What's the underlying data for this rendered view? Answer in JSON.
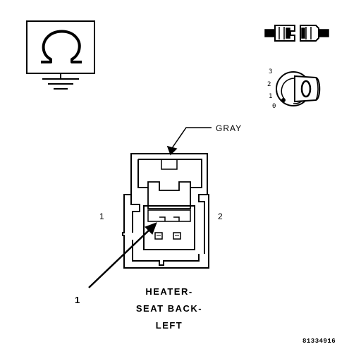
{
  "symbols": {
    "ohmmeter_icon": "ohmmeter-ground-icon",
    "connector_icon": "connector-separate-icon",
    "ignition_icon": "ignition-key-icon",
    "ignition_positions": [
      "3",
      "2",
      "1",
      "0"
    ]
  },
  "connector": {
    "wire_color_label": "GRAY",
    "pin_left": "1",
    "pin_right": "2",
    "callout_number": "1",
    "name_lines": [
      "HEATER-",
      "SEAT BACK-",
      "LEFT"
    ]
  },
  "figure_code": "81334916",
  "colors": {
    "ink": "#000000",
    "background": "#ffffff"
  }
}
